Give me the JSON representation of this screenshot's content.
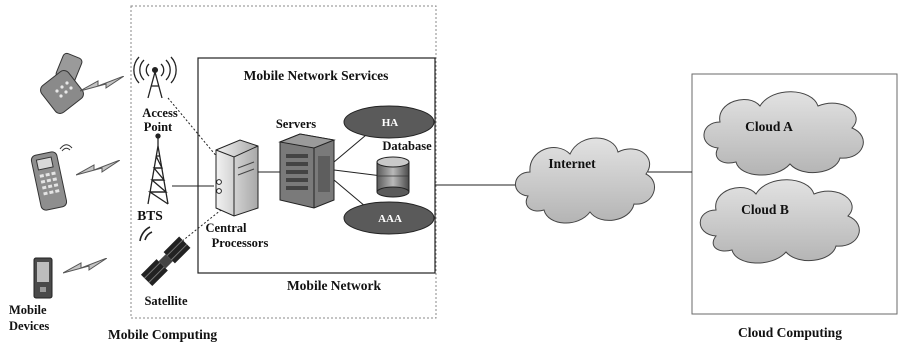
{
  "labels": {
    "mobile_network_services": "Mobile Network Services",
    "access_point_line1": "Access",
    "access_point_line2": "Point",
    "servers": "Servers",
    "ha": "HA",
    "database": "Database",
    "aaa": "AAA",
    "bts": "BTS",
    "central_processors_line1": "Central",
    "central_processors_line2": "Processors",
    "satellite": "Satellite",
    "mobile_network": "Mobile Network",
    "mobile_devices_line1": "Mobile",
    "mobile_devices_line2": "Devices",
    "mobile_computing": "Mobile Computing",
    "internet": "Internet",
    "cloud_a": "Cloud A",
    "cloud_b": "Cloud B",
    "cloud_computing": "Cloud Computing"
  },
  "colors": {
    "ink": "#111111",
    "device_gray": "#8a8a8a",
    "cloud_fill": "#d0d0d0",
    "server_gray": "#7d7d7d",
    "ellipse_dark": "#555555",
    "box_border": "#6a6a6a"
  },
  "icons": {
    "flip_phone": "flip-phone-icon",
    "old_phone": "old-phone-icon",
    "pda": "pda-icon",
    "access_point": "access-point-antenna-icon",
    "bts_tower": "bts-tower-icon",
    "satellite": "satellite-icon",
    "server": "server-tower-icon",
    "server_rack": "server-rack-icon",
    "database": "database-cylinder-icon",
    "signal": "lightning-signal-icon",
    "cloud": "cloud-icon"
  }
}
